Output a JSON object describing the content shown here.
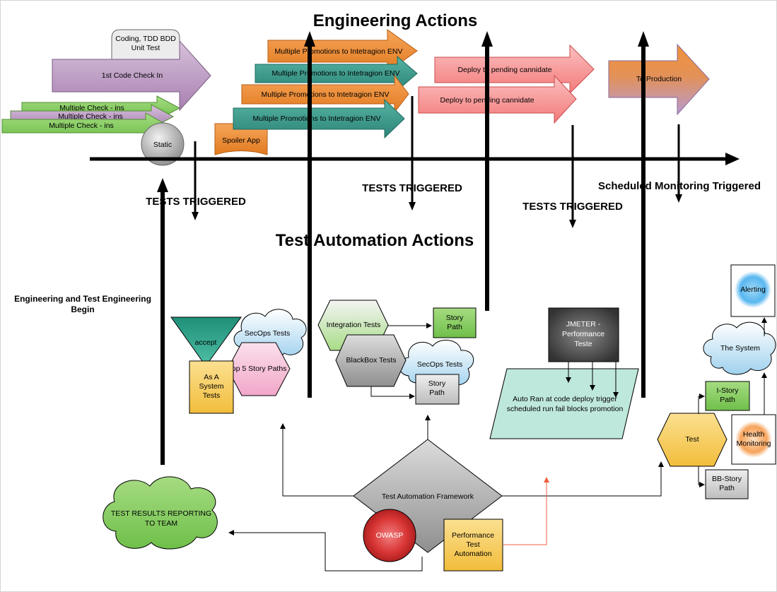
{
  "titles": {
    "engineering": "Engineering Actions",
    "test_automation": "Test Automation Actions",
    "begin": [
      "Engineering and Test Engineering",
      "Begin"
    ]
  },
  "triggers": {
    "tests_triggered_1": "TESTS TRIGGERED",
    "tests_triggered_2": "TESTS TRIGGERED",
    "tests_triggered_3": "TESTS TRIGGERED",
    "scheduled_monitoring": "Scheduled Monitoring Triggered"
  },
  "engineering_steps": {
    "coding": [
      "Coding, TDD BDD",
      "Unit Test"
    ],
    "code_check_in": "1st Code Check In",
    "check_ins": [
      "Multiple Check - ins",
      "Multiple Check - ins",
      "Multiple Check - ins"
    ],
    "static": "Static",
    "spoiler_app": "Spoiler App",
    "promotions": [
      "Multiple Promotions to Intetragion ENV",
      "Multiple Promotions to Intetragion ENV",
      "Multiple Promotions to Intetragion ENV",
      "Multiple Promotions to Intetragion ENV"
    ],
    "deploy": [
      "Deploy to pending cannidate",
      "Deploy to pending cannidate"
    ],
    "production": "To Production"
  },
  "test_nodes": {
    "accept": "accept",
    "secops_1": "SecOps Tests",
    "top_story_paths": "Top 5 Story Paths",
    "as_a_system": [
      "As A",
      "System",
      "Tests"
    ],
    "integration": "Integration Tests",
    "story_path_1": [
      "Story",
      "Path"
    ],
    "blackbox": "BlackBox Tests",
    "secops_2": "SecOps Tests",
    "story_path_2": [
      "Story",
      "Path"
    ],
    "jmeter": [
      "JMETER -",
      "Performance",
      "Teste"
    ],
    "auto_ran": [
      "Auto Ran at code deploy trigger",
      "scheduled run fail blocks promotion"
    ],
    "framework": "Test Automation Framework",
    "owasp": "OWASP",
    "performance": [
      "Performance",
      "Test",
      "Automation"
    ],
    "reporting": [
      "TEST RESULTS REPORTING",
      "TO TEAM"
    ],
    "alerting": "Alerting",
    "the_system": "The System",
    "i_story": [
      "I-Story",
      "Path"
    ],
    "test": "Test",
    "health": [
      "Health",
      "Monitoring"
    ],
    "bb_story": [
      "BB-Story",
      "Path"
    ]
  },
  "colors": {
    "green": "#8fd16a",
    "purple": "#c8a7cf",
    "orange": "#f0923a",
    "teal": "#3d9b8e",
    "red": "#f8a1a1",
    "yellow": "#f9d060",
    "gray": "#bcbcbc",
    "mint": "#bfe8dc",
    "red_arrow": "#f06040"
  }
}
